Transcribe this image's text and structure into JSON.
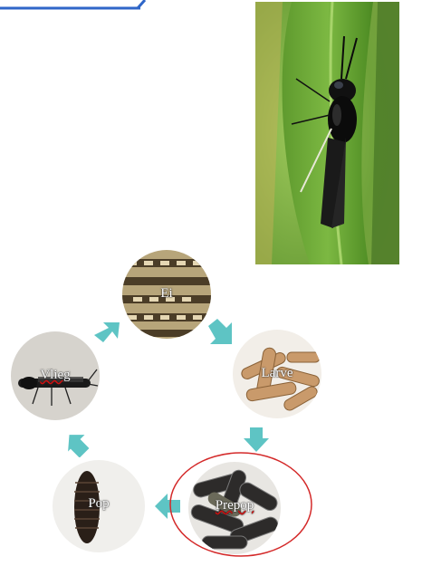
{
  "diagram": {
    "stages": [
      {
        "id": "egg",
        "label": "Ei"
      },
      {
        "id": "larva",
        "label": "Larve"
      },
      {
        "id": "prepupa",
        "label": "Prepop"
      },
      {
        "id": "pupa",
        "label": "Pop"
      },
      {
        "id": "fly",
        "label": "Vlieg"
      }
    ],
    "highlighted_stage": "Prepop",
    "colors": {
      "arrow": "#5ec4c4",
      "highlight_ring": "#d42a2a",
      "title_underline": "#2f66c8"
    }
  },
  "photo": {
    "subject": "black soldier fly on a leaf"
  }
}
